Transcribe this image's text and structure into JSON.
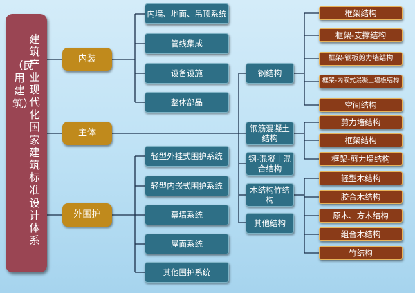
{
  "root": {
    "col1": "建筑产业现代化国家建筑标准设计体系",
    "col2": "（民用建筑）"
  },
  "categories": {
    "interior": "内装",
    "structure": "主体",
    "enclosure": "外围护"
  },
  "interior_items": [
    "内墙、地面、吊顶系统",
    "管线集成",
    "设备设施",
    "整体部品"
  ],
  "enclosure_items": [
    "轻型外挂式围护系统",
    "轻型内嵌式围护系统",
    "幕墙系统",
    "屋面系统",
    "其他围护系统"
  ],
  "structure_types": [
    "钢结构",
    "钢筋混凝土结构",
    "钢-混凝土混合结构",
    "木结构竹结构",
    "其他结构"
  ],
  "steel_subtypes": [
    "框架结构",
    "框架-支撑结构",
    "框架-钢板剪力墙结构",
    "框架-内嵌式混凝土墙板结构",
    "空间结构"
  ],
  "concrete_subtypes": [
    "剪力墙结构",
    "框架结构",
    "框架-剪力墙结构"
  ],
  "timber_subtypes": [
    "轻型木结构",
    "胶合木结构",
    "原木、方木结构",
    "组合木结构",
    "竹结构"
  ],
  "colors": {
    "background": "#bfe2f5",
    "root": "#9a4553",
    "category": "#c08a1c",
    "teal_box": "#2e6f86",
    "brown_box": "#8a3b18",
    "connector": "#1b2f4a"
  }
}
